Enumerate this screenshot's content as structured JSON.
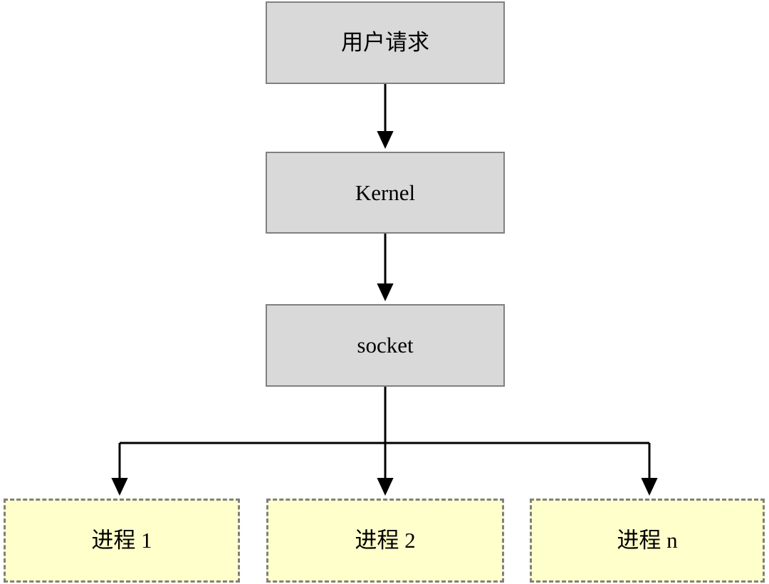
{
  "diagram": {
    "title": "socket process fan-out flowchart",
    "colors": {
      "solid_node_fill": "#d9d9d9",
      "solid_node_border": "#808080",
      "dashed_node_fill": "#ffffcc",
      "dashed_node_border": "#808080",
      "edge_stroke": "#000000",
      "background": "#ffffff"
    },
    "nodes": {
      "user_request": {
        "label": "用户请求",
        "shape": "rectangle",
        "style": "solid"
      },
      "kernel": {
        "label": "Kernel",
        "shape": "rectangle",
        "style": "solid"
      },
      "socket": {
        "label": "socket",
        "shape": "rectangle",
        "style": "solid"
      },
      "process_1": {
        "label": "进程 1",
        "shape": "rectangle",
        "style": "dashed"
      },
      "process_2": {
        "label": "进程 2",
        "shape": "rectangle",
        "style": "dashed"
      },
      "process_3": {
        "label": "进程 n",
        "shape": "rectangle",
        "style": "dashed"
      }
    },
    "edges": [
      {
        "from": "user_request",
        "to": "kernel",
        "label": "",
        "arrow": "down"
      },
      {
        "from": "kernel",
        "to": "socket",
        "label": "",
        "arrow": "down"
      },
      {
        "from": "socket",
        "to": "process_1",
        "label": "",
        "arrow": "down"
      },
      {
        "from": "socket",
        "to": "process_2",
        "label": "",
        "arrow": "down"
      },
      {
        "from": "socket",
        "to": "process_3",
        "label": "",
        "arrow": "down"
      }
    ]
  }
}
